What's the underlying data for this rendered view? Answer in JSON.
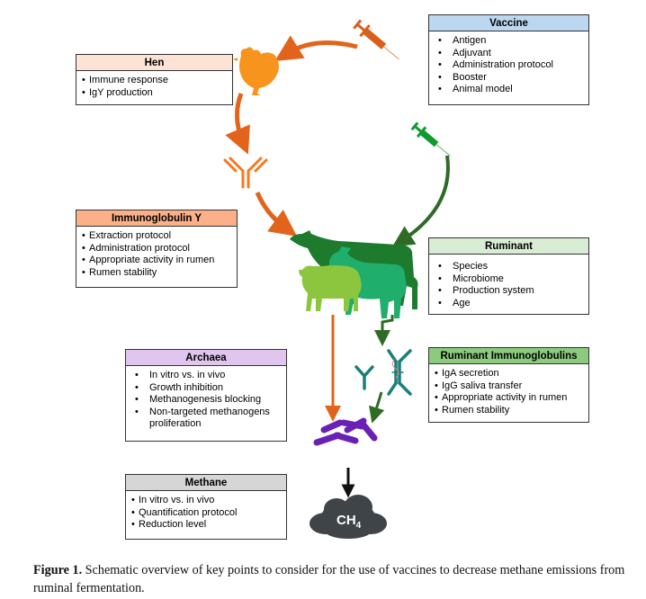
{
  "boxes": {
    "vaccine": {
      "title": "Vaccine",
      "items": [
        "Antigen",
        "Adjuvant",
        "Administration protocol",
        "Booster",
        "Animal model"
      ]
    },
    "hen": {
      "title": "Hen",
      "items": [
        "Immune response",
        "IgY production"
      ]
    },
    "immunoglobulin_y": {
      "title": "Immunoglobulin Y",
      "items": [
        "Extraction protocol",
        "Administration protocol",
        "Appropriate activity in rumen",
        "Rumen stability"
      ]
    },
    "ruminant": {
      "title": "Ruminant",
      "items": [
        "Species",
        "Microbiome",
        "Production system",
        "Age"
      ]
    },
    "ruminant_immunoglobulins": {
      "title": "Ruminant Immunoglobulins",
      "items": [
        "IgA secretion",
        "IgG saliva transfer",
        "Appropriate activity in rumen",
        "Rumen stability"
      ]
    },
    "archaea": {
      "title": "Archaea",
      "items": [
        "In vitro vs. in vivo",
        "Growth inhibition",
        "Methanogenesis blocking",
        "Non-targeted methanogens proliferation"
      ]
    },
    "methane": {
      "title": "Methane",
      "items": [
        "In vitro vs. in vivo",
        "Quantification protocol",
        "Reduction level"
      ]
    }
  },
  "illustrations": {
    "methane_cloud_label": "CH",
    "methane_cloud_subscript": "4",
    "icons": [
      "syringe-orange",
      "hen",
      "antibody-igy",
      "syringe-green",
      "cow",
      "goat",
      "sheep",
      "antibody-iga",
      "antibody-igg",
      "archaea-rods",
      "methane-cloud"
    ]
  },
  "colors": {
    "orange_arrow": "#e2641c",
    "dark_green_arrow": "#2f6b25",
    "hen": "#f7941d",
    "cow": "#1e7b2e",
    "goat": "#1fae6c",
    "sheep": "#8cc63f",
    "antibody_teal": "#1a7f7a",
    "archaea": "#6a1fb5",
    "cloud": "#3f4449"
  },
  "caption": {
    "label": "Figure 1.",
    "text": " Schematic overview of key points to consider for the use of vaccines to decrease methane emissions from ruminal fermentation."
  }
}
